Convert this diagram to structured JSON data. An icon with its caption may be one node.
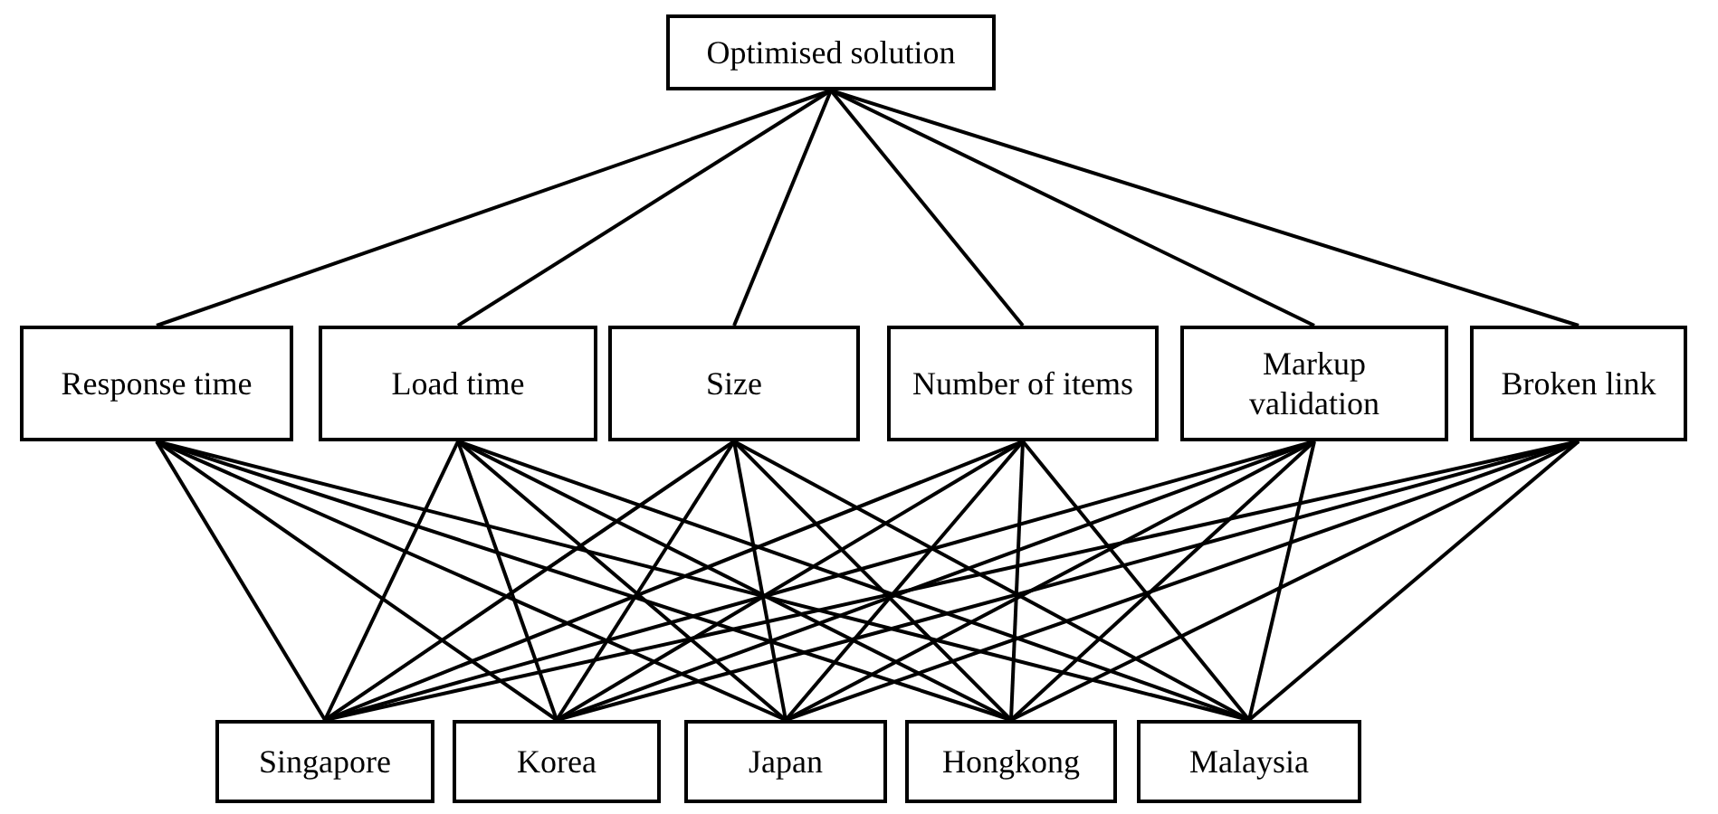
{
  "diagram": {
    "nodes": [
      {
        "text": [
          "Optimised solution"
        ]
      },
      {
        "text": [
          "Response time"
        ]
      },
      {
        "text": [
          "Load time"
        ]
      },
      {
        "text": [
          "Size"
        ]
      },
      {
        "text": [
          "Number of items"
        ]
      },
      {
        "text": [
          "Markup validation"
        ]
      },
      {
        "text": [
          "Broken link"
        ]
      },
      {
        "text": [
          "Singapore"
        ]
      },
      {
        "text": [
          "Korea"
        ]
      },
      {
        "text": [
          "Japan"
        ]
      },
      {
        "text": [
          "Hongkong"
        ]
      },
      {
        "text": [
          "Malaysia"
        ]
      }
    ],
    "edges": [
      {
        "from": 0,
        "to": 1,
        "arrow": "none"
      },
      {
        "from": 0,
        "to": 2,
        "arrow": "none"
      },
      {
        "from": 0,
        "to": 3,
        "arrow": "none"
      },
      {
        "from": 0,
        "to": 4,
        "arrow": "none"
      },
      {
        "from": 0,
        "to": 5,
        "arrow": "none"
      },
      {
        "from": 0,
        "to": 6,
        "arrow": "none"
      },
      {
        "from": 1,
        "to": 7,
        "arrow": "none"
      },
      {
        "from": 1,
        "to": 8,
        "arrow": "none"
      },
      {
        "from": 1,
        "to": 9,
        "arrow": "none"
      },
      {
        "from": 1,
        "to": 10,
        "arrow": "none"
      },
      {
        "from": 1,
        "to": 11,
        "arrow": "none"
      },
      {
        "from": 2,
        "to": 7,
        "arrow": "none"
      },
      {
        "from": 2,
        "to": 8,
        "arrow": "none"
      },
      {
        "from": 2,
        "to": 9,
        "arrow": "none"
      },
      {
        "from": 2,
        "to": 10,
        "arrow": "none"
      },
      {
        "from": 2,
        "to": 11,
        "arrow": "none"
      },
      {
        "from": 3,
        "to": 7,
        "arrow": "none"
      },
      {
        "from": 3,
        "to": 8,
        "arrow": "none"
      },
      {
        "from": 3,
        "to": 9,
        "arrow": "none"
      },
      {
        "from": 3,
        "to": 10,
        "arrow": "none"
      },
      {
        "from": 3,
        "to": 11,
        "arrow": "none"
      },
      {
        "from": 4,
        "to": 7,
        "arrow": "none"
      },
      {
        "from": 4,
        "to": 8,
        "arrow": "none"
      },
      {
        "from": 4,
        "to": 9,
        "arrow": "none"
      },
      {
        "from": 4,
        "to": 10,
        "arrow": "none"
      },
      {
        "from": 4,
        "to": 11,
        "arrow": "none"
      },
      {
        "from": 5,
        "to": 7,
        "arrow": "none"
      },
      {
        "from": 5,
        "to": 8,
        "arrow": "none"
      },
      {
        "from": 5,
        "to": 9,
        "arrow": "none"
      },
      {
        "from": 5,
        "to": 10,
        "arrow": "none"
      },
      {
        "from": 5,
        "to": 11,
        "arrow": "none"
      },
      {
        "from": 6,
        "to": 7,
        "arrow": "none"
      },
      {
        "from": 6,
        "to": 8,
        "arrow": "none"
      },
      {
        "from": 6,
        "to": 9,
        "arrow": "none"
      },
      {
        "from": 6,
        "to": 10,
        "arrow": "none"
      },
      {
        "from": 6,
        "to": 11,
        "arrow": "none"
      }
    ]
  }
}
